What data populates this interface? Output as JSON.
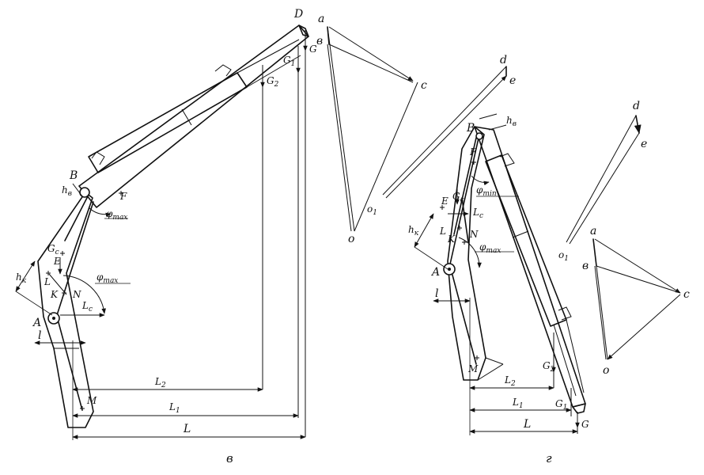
{
  "figure_v": {
    "caption": "в",
    "points": {
      "D": "D",
      "B": "B",
      "F": "F",
      "E": "E",
      "L_pt": "L",
      "K": "K",
      "N": "N",
      "A": "A",
      "M": "M"
    },
    "forces": {
      "G": "G",
      "G1": "G",
      "G1_sub": "1",
      "G2": "G",
      "G2_sub": "2",
      "Gc": "G",
      "Gc_sub": "c"
    },
    "dims": {
      "L": "L",
      "L1": "L",
      "L1_sub": "1",
      "L2": "L",
      "L2_sub": "2",
      "l": "l",
      "Lc": "L",
      "Lc_sub": "c",
      "hk": "h",
      "hk_sub": "к",
      "hb": "h",
      "hb_sub": "в"
    },
    "angles": {
      "phi_max_1": "φ",
      "phi_max_1_sub": "max",
      "phi_max_2": "φ",
      "phi_max_2_sub": "max"
    }
  },
  "polygon_v": {
    "points": {
      "a": "a",
      "b": "в",
      "c": "c",
      "o": "o",
      "o1": "o",
      "o1_sub": "1",
      "d": "d",
      "e": "e"
    }
  },
  "figure_g": {
    "caption": "г",
    "points": {
      "B": "B",
      "F": "F",
      "E": "E",
      "L_pt": "L",
      "K": "K",
      "N": "N",
      "A": "A",
      "M": "M"
    },
    "forces": {
      "G": "G",
      "G1": "G",
      "G1_sub": "1",
      "G2": "G",
      "G2_sub": "2",
      "Gc": "G",
      "Gc_sub": "c"
    },
    "dims": {
      "L": "L",
      "L1": "L",
      "L1_sub": "1",
      "L2": "L",
      "L2_sub": "2",
      "l": "l",
      "Lc": "L",
      "Lc_sub": "c",
      "hk": "h",
      "hk_sub": "к",
      "hb": "h",
      "hb_sub": "в"
    },
    "angles": {
      "phi_min": "φ",
      "phi_min_sub": "min",
      "phi_max": "φ",
      "phi_max_sub": "max"
    }
  },
  "polygon_g": {
    "points": {
      "d": "d",
      "e": "e",
      "a": "a",
      "b": "в",
      "c": "c",
      "o": "o",
      "o1": "o",
      "o1_sub": "1"
    }
  }
}
